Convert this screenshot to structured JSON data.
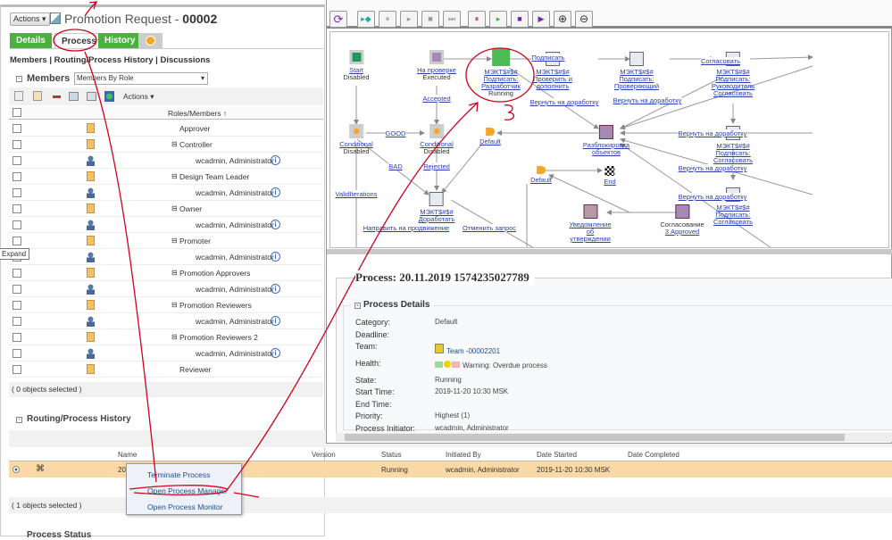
{
  "header": {
    "actions_label": "Actions",
    "title": "Promotion Request - ",
    "number": "00002"
  },
  "tabs": [
    {
      "label": "Details"
    },
    {
      "label": "Process"
    },
    {
      "label": "History"
    }
  ],
  "sublinks": {
    "members": "Members",
    "routing": "Routing/Process History",
    "discussions": "Discussions",
    "sep": "|"
  },
  "members": {
    "title": "Members",
    "view_select": "Members By Role",
    "actions_label": "Actions",
    "column_header": "Roles/Members",
    "sort_icon": "↑",
    "footer": "( 0 objects selected )",
    "rows": [
      {
        "type": "role",
        "text": "Approver"
      },
      {
        "type": "role",
        "text": "Controller"
      },
      {
        "type": "user",
        "text": "wcadmin, Administrator"
      },
      {
        "type": "role",
        "text": "Design Team Leader"
      },
      {
        "type": "user",
        "text": "wcadmin, Administrator"
      },
      {
        "type": "role",
        "text": "Owner"
      },
      {
        "type": "user",
        "text": "wcadmin, Administrator"
      },
      {
        "type": "role",
        "text": "Promoter"
      },
      {
        "type": "user",
        "text": "wcadmin, Administrator"
      },
      {
        "type": "role",
        "text": "Promotion Approvers"
      },
      {
        "type": "user",
        "text": "wcadmin, Administrator"
      },
      {
        "type": "role",
        "text": "Promotion Reviewers"
      },
      {
        "type": "user",
        "text": "wcadmin, Administrator"
      },
      {
        "type": "role",
        "text": "Promotion Reviewers 2"
      },
      {
        "type": "user",
        "text": "wcadmin, Administrator"
      },
      {
        "type": "role",
        "text": "Reviewer"
      }
    ]
  },
  "tooltip": "Expand",
  "routing": {
    "title": "Routing/Process History",
    "columns": [
      "Name",
      "Version",
      "Status",
      "Initiated By",
      "Date Started",
      "Date Completed"
    ],
    "row": {
      "name": "20",
      "version": "",
      "status": "Running",
      "initiated_by": "wcadmin, Administrator",
      "date_started": "2019-11-20 10:30 MSK",
      "date_completed": ""
    },
    "footer": "( 1 objects selected )"
  },
  "context_menu": [
    "Terminate Process",
    "Open Process Manager",
    "Open Process Monitor"
  ],
  "process_status_title": "Process Status",
  "diagram": {
    "nodes": {
      "start": {
        "name": "Start",
        "state": "Disabled"
      },
      "review": {
        "name": "На проверке",
        "state": "Executed"
      },
      "dev": {
        "l1": "МЭКТ$#$#",
        "l2": "Подписать:",
        "l3": "Разработчик",
        "state": "Running"
      },
      "check": {
        "l1": "МЭКТ$#$#",
        "l2": "Проверить и",
        "l3": "дополнить"
      },
      "checker": {
        "l1": "МЭКТ$#$#",
        "l2": "Подписать:",
        "l3": "Проверяющий"
      },
      "head": {
        "l1": "МЭКТ$#$#",
        "l2": "Подписать:",
        "l3": "Руководитель",
        "l4": "Согласовать"
      },
      "cond1": {
        "name": "Conditional",
        "state": "Disabled"
      },
      "cond2": {
        "name": "Conditional",
        "state": "Disabled"
      },
      "default1": {
        "name": "Default"
      },
      "unlock": {
        "l1": "Разблокировка",
        "l2": "объектов"
      },
      "approve": {
        "l1": "МЭКТ$#$#",
        "l2": "Подписать:",
        "l3": "Согласовать"
      },
      "default2": {
        "name": "Default"
      },
      "end": {
        "name": "End"
      },
      "rework": {
        "l1": "МЭКТ$#$#",
        "l2": "Доработать"
      },
      "notify": {
        "l1": "Уведомление",
        "l2": "об",
        "l3": "утверждении"
      },
      "agree": {
        "l1": "Согласование",
        "l2": "3 Approved"
      },
      "sign2": {
        "l1": "МЭКТ$#$#",
        "l2": "Подписать:",
        "l3": "Согласовать"
      }
    },
    "links": {
      "sign": "Подписать",
      "agree": "Согласовать",
      "accepted": "Accepted",
      "good": "GOOD",
      "bad": "BAD",
      "rejected": "Rejected",
      "valid": "ValidIterations",
      "return": "Вернуть на доработку",
      "send": "Направить на продвижение",
      "cancel": "Отменить запрос"
    }
  },
  "process": {
    "title": "Process: 20.11.2019 1574235027789",
    "details_title": "Process Details",
    "fields": [
      {
        "label": "Category:",
        "value": "Default"
      },
      {
        "label": "Deadline:",
        "value": ""
      },
      {
        "label": "Team:",
        "value": "Team -00002201"
      },
      {
        "label": "Health:",
        "value": "Warning: Overdue process"
      },
      {
        "label": "State:",
        "value": "Running"
      },
      {
        "label": "Start Time:",
        "value": "2019-11-20 10:30 MSK"
      },
      {
        "label": "End Time:",
        "value": ""
      },
      {
        "label": "Priority:",
        "value": "Highest (1)"
      },
      {
        "label": "Process Initiator:",
        "value": "wcadmin, Administrator"
      }
    ]
  },
  "colors": {
    "tab_green": "#4caf3f",
    "row_highlight": "#fbd9a6",
    "annotation": "#d0021b"
  }
}
